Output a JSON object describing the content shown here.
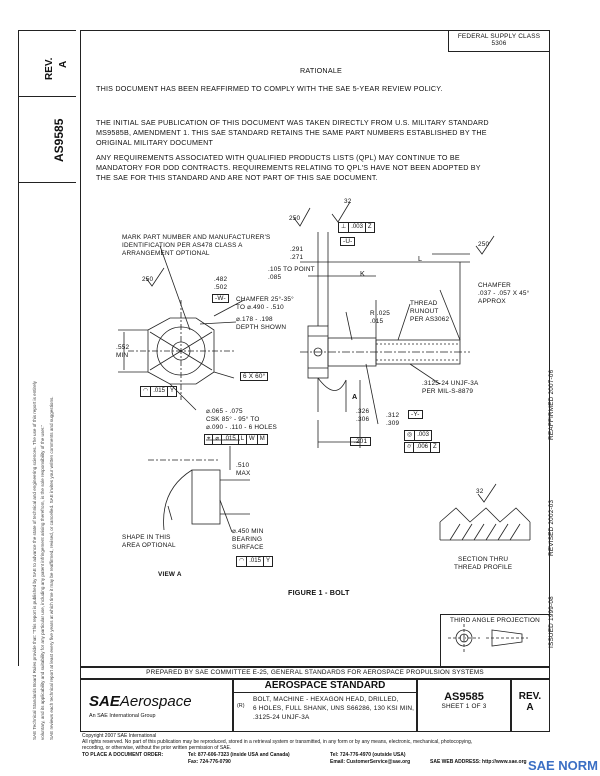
{
  "side": {
    "rev_label": "REV.",
    "rev_value": "A",
    "doc_number": "AS9585",
    "disclaimer_1": "SAE Technical Standards Board Rules provide that: \"This report is published by SAE to advance the state of technical and engineering sciences. The use of this report is entirely",
    "disclaimer_2": "voluntary, and its applicability and suitability for any particular use, including any patent infringement arising therefrom, is the sole responsibility of the user.\"",
    "disclaimer_3": "SAE reviews each technical report at least every five years at which time it may be reaffirmed, revised, or cancelled. SAE invites your written comments and suggestions."
  },
  "right_margin": {
    "issued": "ISSUED 1999-08",
    "revised": "REVISED 2002-03",
    "reaffirmed": "REAFFIRMED 2007-06"
  },
  "header": {
    "federal_supply_class_label": "FEDERAL SUPPLY CLASS",
    "federal_supply_class_value": "5306"
  },
  "body": {
    "rationale_title": "RATIONALE",
    "rationale_text": "THIS DOCUMENT HAS BEEN REAFFIRMED TO COMPLY WITH THE SAE 5-YEAR REVIEW POLICY.",
    "para1_l1": "THE INITIAL SAE PUBLICATION OF THIS DOCUMENT WAS TAKEN DIRECTLY FROM U.S. MILITARY STANDARD",
    "para1_l2": "MS9585B, AMENDMENT 1. THIS SAE STANDARD RETAINS THE SAME PART NUMBERS ESTABLISHED BY THE",
    "para1_l3": "ORIGINAL MILITARY DOCUMENT",
    "para2_l1": "ANY REQUIREMENTS ASSOCIATED WITH QUALIFIED PRODUCTS LISTS (QPL) MAY CONTINUE TO BE",
    "para2_l2": "MANDATORY FOR DOD CONTRACTS. REQUIREMENTS RELATING TO QPL'S HAVE NOT BEEN ADOPTED BY",
    "para2_l3": "THE SAE FOR THIS STANDARD AND ARE NOT PART OF THIS SAE DOCUMENT."
  },
  "drawing": {
    "mark_note_l1": "MARK PART NUMBER AND MANUFACTURER'S",
    "mark_note_l2": "IDENTIFICATION PER AS478 CLASS A",
    "mark_note_l3": "ARRANGEMENT OPTIONAL",
    "surf_250_a": "250",
    "surf_250_b": "250",
    "surf_250_c": "250",
    "dim_482": ".482",
    "dim_502": ".502",
    "datum_w": "-W-",
    "dim_552": ".552",
    "min": "MIN",
    "chamfer_25": "CHAMFER 25°-35°",
    "chamfer_to": "TO ⌀.490 - .510",
    "drill_178": "⌀.178 - .198",
    "depth_shown": "DEPTH SHOWN",
    "deg_6x60": "6 X 60°",
    "gdt_015_y": [
      ".015",
      "Y"
    ],
    "hole_065": "⌀.065 - .075",
    "csk": "CSK 85° - 95° TO",
    "hole_090": "⌀.090 - .110 - 6 HOLES",
    "gdt_hole": [
      "⌀",
      ".015",
      "L",
      "W",
      "M"
    ],
    "dim_291": ".291",
    "dim_271": ".271",
    "dim_32_top": "32",
    "gdt_003_z": [
      "⊥",
      ".003",
      "Z"
    ],
    "datum_u": "-U-",
    "dim_105": ".105",
    "dim_085": ".085",
    "to_point": "TO POINT",
    "dim_k": "K",
    "dim_l": "L",
    "chamfer_r": "CHAMFER",
    "chamfer_val": ".037 - .057 X 45°",
    "approx": "APPROX",
    "thread_l1": "THREAD",
    "thread_l2": "RUNOUT",
    "thread_l3": "PER AS3062",
    "r025": "R .025",
    "r015": ".015",
    "view_a_label": "A",
    "thread_spec": ".3125-24 UNJF-3A",
    "thread_per": "PER MIL-S-8879",
    "dim_326": ".326",
    "dim_306": ".306",
    "dim_312": ".312",
    "dim_309": ".309",
    "datum_y": "-Y-",
    "gdt_003": [
      ".003",
      ""
    ],
    "gdt_006_z": [
      ".006",
      "Z"
    ],
    "dim_201": ".201",
    "dim_510": ".510",
    "max": "MAX",
    "shape_l1": "SHAPE IN THIS",
    "shape_l2": "AREA OPTIONAL",
    "bearing_l1": "⌀.450 MIN",
    "bearing_l2": "BEARING",
    "bearing_l3": "SURFACE",
    "gdt_015_y2": [
      ".015",
      "Y"
    ],
    "view_a": "VIEW A",
    "figure_caption": "FIGURE 1 - BOLT",
    "section_l1": "SECTION THRU",
    "section_l2": "THREAD PROFILE",
    "dim_32_section": "32",
    "third_angle": "THIRD ANGLE PROJECTION"
  },
  "footer": {
    "prepared_by": "PREPARED BY SAE COMMITTEE E-25, GENERAL STANDARDS FOR AEROSPACE PROPULSION SYSTEMS",
    "logo_sae": "SAE",
    "logo_aerospace": "Aerospace",
    "logo_tagline": "An SAE International Group",
    "standard_title": "AEROSPACE STANDARD",
    "r_mark": "(R)",
    "desc_l1": "BOLT, MACHINE - HEXAGON HEAD, DRILLED,",
    "desc_l2": "6 HOLES, FULL SHANK, UNS S66286, 130 KSI MIN,",
    "desc_l3": ".3125-24 UNJF-3A",
    "doc_number": "AS9585",
    "sheet": "SHEET 1 OF 3",
    "rev_label": "REV.",
    "rev_value": "A",
    "copyright_1": "Copyright 2007 SAE International",
    "copyright_2": "All rights reserved. No part of this publication may be reproduced, stored in a retrieval system or transmitted, in any form or by any means, electronic, mechanical, photocopying,",
    "copyright_3": "recording, or otherwise, without the prior written permission of SAE.",
    "order_label": "TO PLACE A DOCUMENT ORDER:",
    "tel_1": "Tel: 877-606-7323 (inside USA and Canada)",
    "fax": "Fax: 724-776-0790",
    "tel_2": "Tel: 724-776-4970 (outside USA)",
    "email": "Email: CustomerService@sae.org",
    "web": "SAE WEB ADDRESS: http://www.sae.org",
    "watermark": "SAE NORM"
  }
}
